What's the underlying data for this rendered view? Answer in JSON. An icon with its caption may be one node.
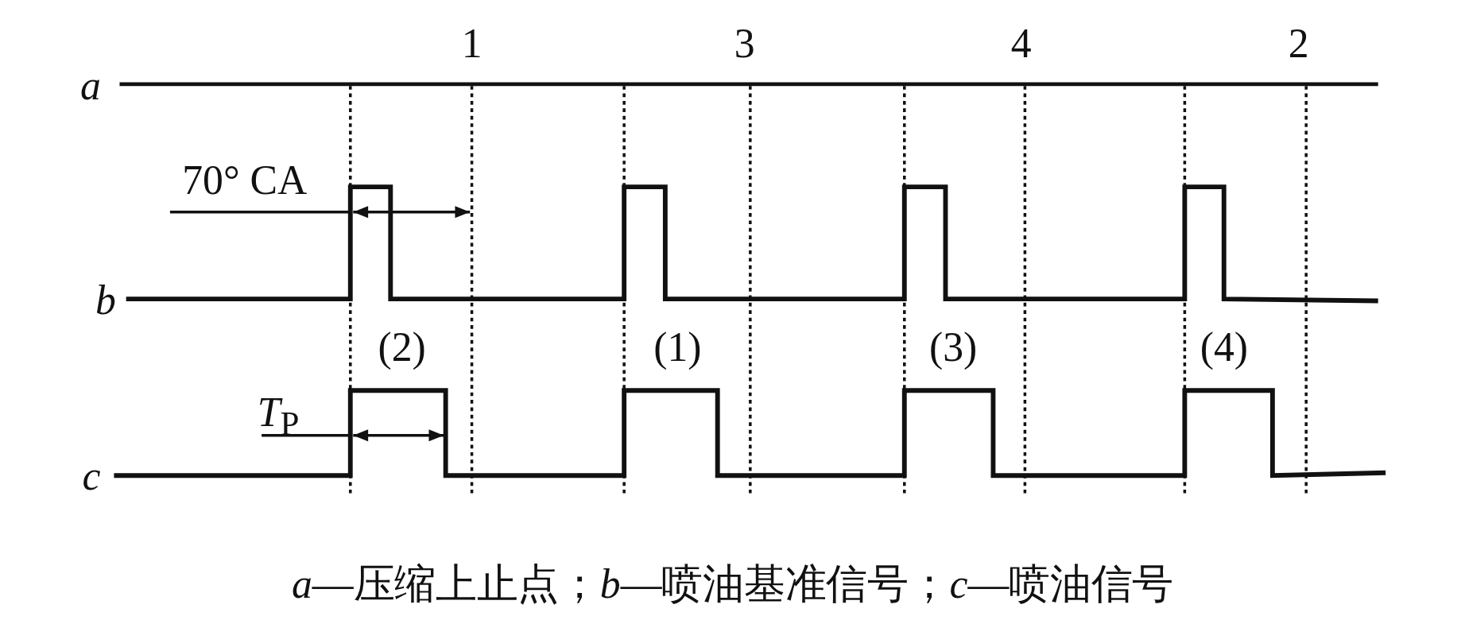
{
  "diagram": {
    "caption": "*a*—压缩上止点；*b*—喷油基准信号；*c*—喷油信号",
    "labels": [
      "1",
      "3",
      "4",
      "2",
      "a",
      "70° CA",
      "b",
      "(2)",
      "(1)",
      "(3)",
      "(4)",
      "*T*$_{P}$",
      "c"
    ]
  }
}
